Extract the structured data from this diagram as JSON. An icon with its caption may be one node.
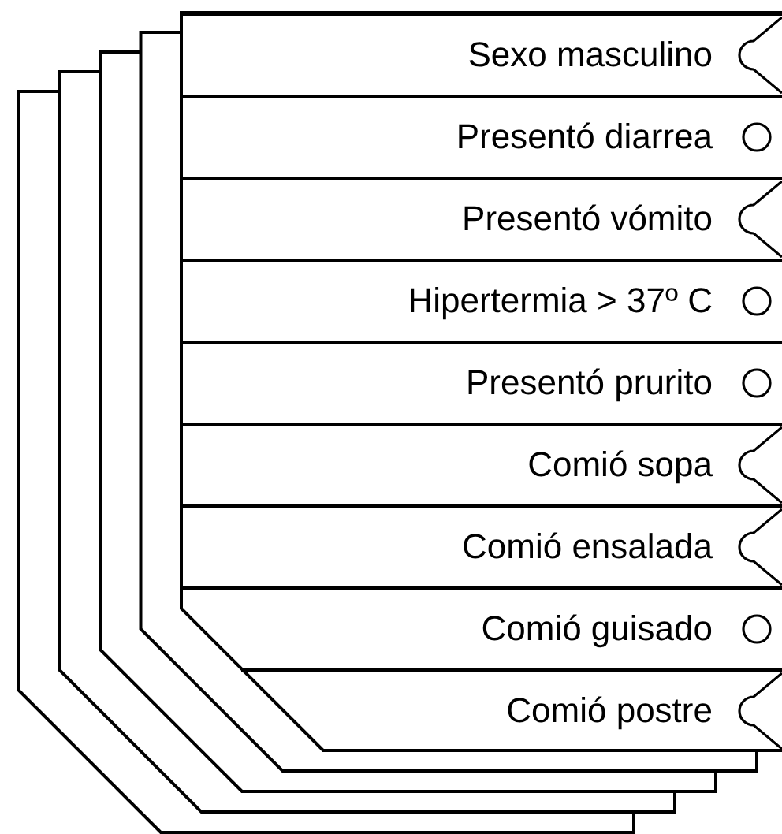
{
  "diagram": {
    "nodes": [
      {
        "text": [
          "Sexo masculino"
        ]
      },
      {
        "text": [],
        "shape": "notch",
        "in": 0
      },
      {
        "text": [
          "Presentó diarrea"
        ]
      },
      {
        "text": [],
        "shape": "circle",
        "in": 2
      },
      {
        "text": [
          "Presentó vómito"
        ]
      },
      {
        "text": [],
        "shape": "notch",
        "in": 4
      },
      {
        "text": [
          "Hipertermia > 37º C"
        ]
      },
      {
        "text": [],
        "shape": "circle",
        "in": 6
      },
      {
        "text": [
          "Presentó prurito"
        ]
      },
      {
        "text": [],
        "shape": "circle",
        "in": 8
      },
      {
        "text": [
          "Comió sopa"
        ]
      },
      {
        "text": [],
        "shape": "notch",
        "in": 10
      },
      {
        "text": [
          "Comió ensalada"
        ]
      },
      {
        "text": [],
        "shape": "notch",
        "in": 12
      },
      {
        "text": [
          "Comió guisado"
        ]
      },
      {
        "text": [],
        "shape": "circle",
        "in": 14
      },
      {
        "text": [
          "Comió postre"
        ]
      },
      {
        "text": [],
        "shape": "notch",
        "in": 16
      }
    ]
  }
}
